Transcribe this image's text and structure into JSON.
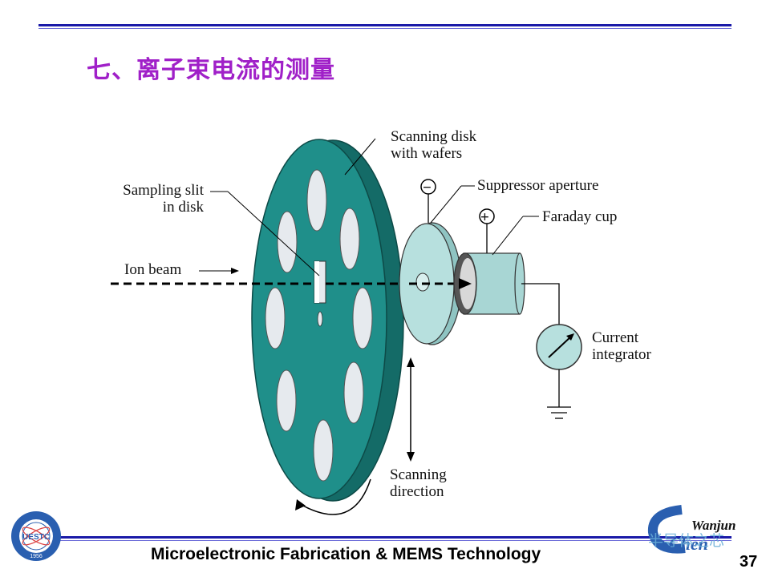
{
  "slide": {
    "title": "七、离子束电流的测量",
    "page_number": "37",
    "footer": "Microelectronic Fabrication & MEMS Technology"
  },
  "diagram": {
    "labels": {
      "scanning_disk": [
        "Scanning disk",
        "with wafers"
      ],
      "sampling_slit": [
        "Sampling slit",
        "in disk"
      ],
      "ion_beam": "Ion beam",
      "suppressor": "Suppressor aperture",
      "faraday": "Faraday cup",
      "current_integrator": [
        "Current",
        "integrator"
      ],
      "scanning_direction": [
        "Scanning",
        "direction"
      ],
      "minus": "−",
      "plus": "+"
    }
  },
  "logos": {
    "left": "UESTC",
    "left_year": "1956",
    "right_name": "Wanjun",
    "right_chen": "Chen",
    "watermark": "半导体之芯"
  },
  "colors": {
    "disk": "#1f8f8a",
    "disk_dark": "#146b67",
    "aperture": "#b7e0de",
    "title": "#a020c8",
    "rule": "#1a1aa8"
  }
}
